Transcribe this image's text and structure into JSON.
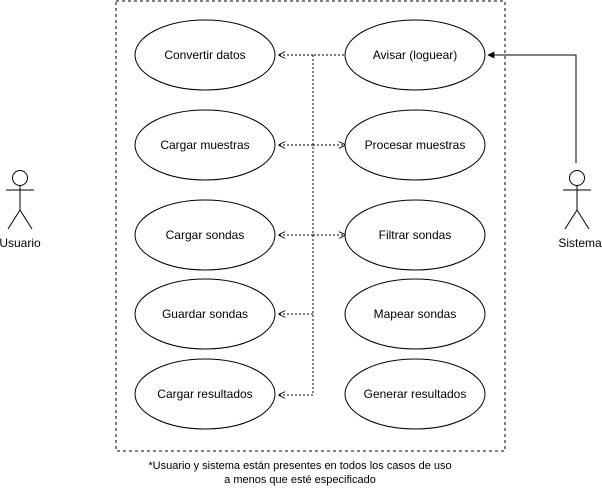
{
  "actors": {
    "usuario": "Usuario",
    "sistema": "Sistema"
  },
  "use_cases": {
    "convertir": "Convertir datos",
    "avisar": "Avisar (loguear)",
    "cargar_muestras": "Cargar muestras",
    "procesar_muestras": "Procesar muestras",
    "cargar_sondas": "Cargar sondas",
    "filtrar_sondas": "Filtrar sondas",
    "guardar_sondas": "Guardar sondas",
    "mapear_sondas": "Mapear sondas",
    "cargar_resultados": "Cargar resultados",
    "generar_resultados": "Generar resultados"
  },
  "note": {
    "line1": "*Usuario y sistema están presentes en todos los casos de uso",
    "line2": "a menos que esté especificado"
  },
  "colors": {
    "stroke": "#000000",
    "fill": "#ffffff"
  }
}
